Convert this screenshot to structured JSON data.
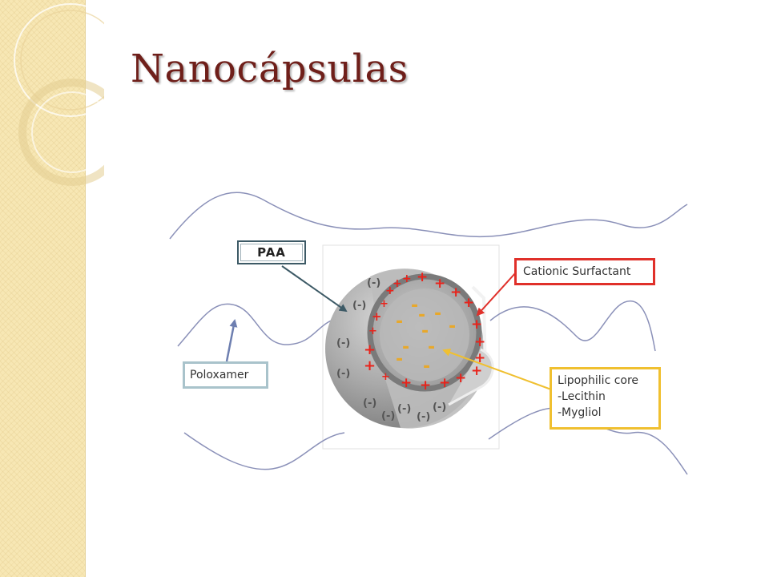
{
  "title": "Nanocápsulas",
  "labels": {
    "paa": "PAA",
    "cationic_surfactant": "Cationic Surfactant",
    "poloxamer": "Poloxamer",
    "lipophilic_core": [
      "Lipophilic core",
      "-Lecithin",
      "-Mygliol"
    ]
  },
  "charges": {
    "negative_paren": "(-)",
    "positive": "+",
    "negative": "-"
  },
  "colors": {
    "title": "#6f1f1a",
    "side_panel": "#f7e7b4",
    "polymer_chain": "#8a90b8",
    "paa_arrow": "#3d5a66",
    "cationic_arrow": "#e0302a",
    "poloxamer_arrow": "#6e7fb0",
    "lipo_arrow": "#f0c030",
    "positive_charge": "#e8231b",
    "negative_charge": "#e8a82a"
  }
}
